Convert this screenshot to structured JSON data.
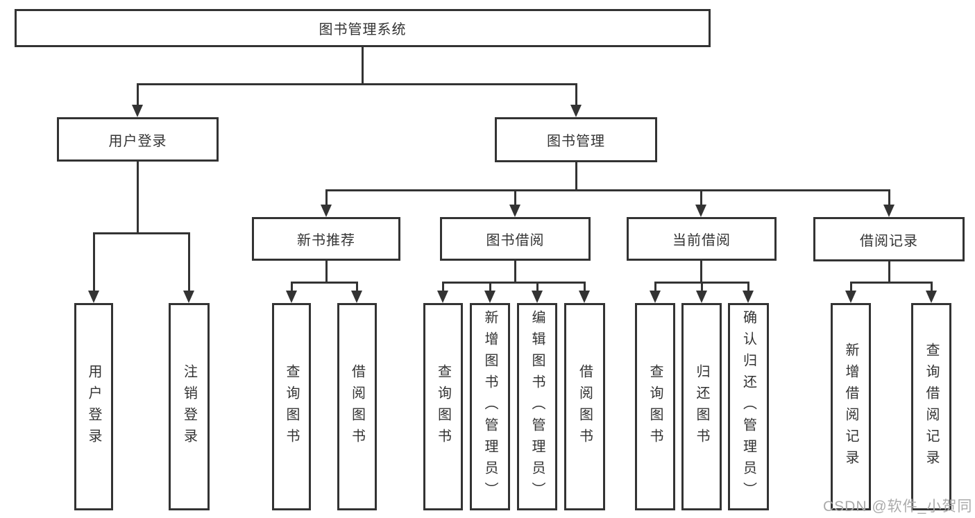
{
  "tree": {
    "root": {
      "label": "图书管理系统"
    },
    "branches": [
      {
        "label": "用户登录",
        "leaves": [
          "用户登录",
          "注销登录"
        ]
      },
      {
        "label": "图书管理",
        "groups": [
          {
            "label": "新书推荐",
            "leaves": [
              "查询图书",
              "借阅图书"
            ]
          },
          {
            "label": "图书借阅",
            "leaves": [
              "查询图书",
              "新增图书（管理员）",
              "编辑图书（管理员）",
              "借阅图书"
            ]
          },
          {
            "label": "当前借阅",
            "leaves": [
              "查询图书",
              "归还图书",
              "确认归还（管理员）"
            ]
          },
          {
            "label": "借阅记录",
            "leaves": [
              "新增借阅记录",
              "查询借阅记录"
            ]
          }
        ]
      }
    ]
  },
  "watermark": "CSDN @软件_小贺同学",
  "colors": {
    "line": "#333333",
    "text": "#333333",
    "watermark": "#aaaaaa",
    "background": "#ffffff"
  }
}
